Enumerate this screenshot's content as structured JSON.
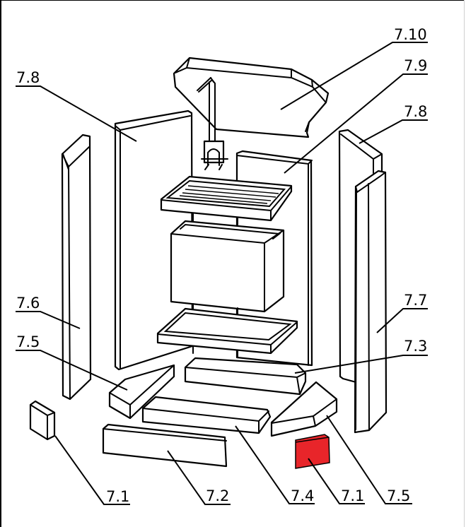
{
  "diagram": {
    "type": "exploded-parts-view",
    "subject": "stove firebox refractory lining",
    "highlight_color": "#e8252a",
    "highlighted_part": "7.1",
    "labels": [
      {
        "id": "lbl-7-10",
        "text": "7.10",
        "part": "top baffle plate"
      },
      {
        "id": "lbl-7-9",
        "text": "7.9",
        "part": "rear wall plate"
      },
      {
        "id": "lbl-7-8-left",
        "text": "7.8",
        "part": "inner side wall left"
      },
      {
        "id": "lbl-7-8-right",
        "text": "7.8",
        "part": "inner side wall right"
      },
      {
        "id": "lbl-7-6",
        "text": "7.6",
        "part": "outer side wall left"
      },
      {
        "id": "lbl-7-7",
        "text": "7.7",
        "part": "outer side wall right"
      },
      {
        "id": "lbl-7-5-left",
        "text": "7.5",
        "part": "front corner brick left"
      },
      {
        "id": "lbl-7-5-right",
        "text": "7.5",
        "part": "front corner brick right"
      },
      {
        "id": "lbl-7-3",
        "text": "7.3",
        "part": "rear floor brick"
      },
      {
        "id": "lbl-7-4",
        "text": "7.4",
        "part": "middle floor brick"
      },
      {
        "id": "lbl-7-2",
        "text": "7.2",
        "part": "front floor brick"
      },
      {
        "id": "lbl-7-1-left",
        "text": "7.1",
        "part": "small block left"
      },
      {
        "id": "lbl-7-1-right",
        "text": "7.1",
        "part": "small block right (highlighted)"
      }
    ]
  }
}
